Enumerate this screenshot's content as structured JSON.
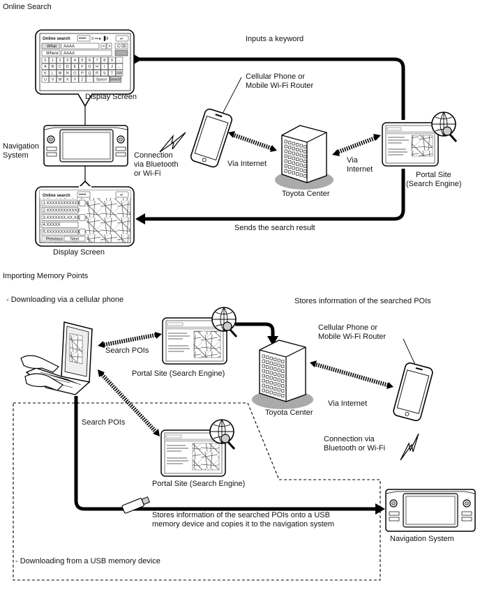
{
  "sections": {
    "online_search": "Online Search",
    "importing": "Importing Memory Points",
    "downloading_phone": "- Downloading via a cellular phone",
    "downloading_usb": "- Downloading from a USB memory device"
  },
  "online": {
    "inputs_keyword": "Inputs a keyword",
    "display_screen_top": "Display Screen",
    "display_screen_bottom": "Display Screen",
    "nav_system_line1": "Navigation",
    "nav_system_line2": "System",
    "phone_line1": "Cellular Phone or",
    "phone_line2": "Mobile Wi-Fi Router",
    "connection_line1": "Connection",
    "connection_line2": "via Bluetooth",
    "connection_line3": "or Wi-Fi",
    "via_internet_left": "Via Internet",
    "via_internet_right_line1": "Via",
    "via_internet_right_line2": "Internet",
    "toyota_center": "Toyota Center",
    "portal_line1": "Portal Site",
    "portal_line2": "(Search Engine)",
    "sends_result": "Sends the search result"
  },
  "screen_top": {
    "title": "Online search",
    "signal": "•••••",
    "status_icons": "≡ ▪▪ ▸ ▐ill",
    "back": "↵",
    "what_label": "What",
    "what_value": "AAAA",
    "where_label": "Where",
    "where_value": "AAAA",
    "prev": "<",
    "next": ">",
    "delete": "C⌫",
    "rows": [
      [
        "0",
        "1",
        "2",
        "3",
        "4",
        "5",
        "6",
        "7",
        "8",
        "9",
        "←"
      ],
      [
        "A",
        "B",
        "C",
        "D",
        "E",
        "F",
        "G",
        "H",
        "I",
        "J",
        "←"
      ],
      [
        "K",
        "L",
        "M",
        "N",
        "O",
        "P",
        "Q",
        "R",
        "S",
        "T",
        "⌨"
      ],
      [
        "U",
        "V",
        "W",
        "X",
        "Y",
        "Z",
        "-",
        "Space",
        "Search"
      ]
    ]
  },
  "screen_bottom": {
    "title": "Online search",
    "signal": "•••••",
    "back": "↵",
    "results": [
      "1.XXXXXXXXXXXXXXX",
      "2.XXXXXXXXXXXX",
      "3.XXXXXXX,XX,XXXXX",
      "4.XXXXX",
      "5.XXXXXXXXXXXXX.X"
    ],
    "previous": "Previous",
    "next": "Next"
  },
  "import": {
    "stores_info": "Stores information of the searched POIs",
    "phone_line1": "Cellular Phone or",
    "phone_line2": "Mobile Wi-Fi Router",
    "search_pois_top": "Search POIs",
    "search_pois_bottom": "Search POIs",
    "portal_top": "Portal Site (Search Engine)",
    "portal_bottom": "Portal Site (Search Engine)",
    "toyota_center": "Toyota Center",
    "via_internet": "Via Internet",
    "connection_line1": "Connection via",
    "connection_line2": "Bluetooth or Wi-Fi",
    "usb_line1": "Stores information of the searched POIs onto a USB",
    "usb_line2": "memory device and copies it to the navigation system",
    "nav_system": "Navigation System"
  }
}
